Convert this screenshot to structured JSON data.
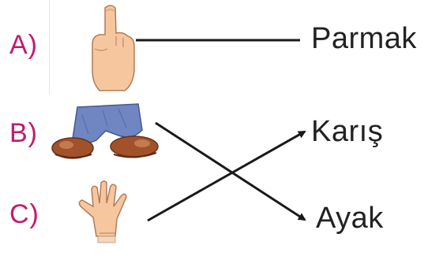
{
  "options": [
    {
      "letter": "A)",
      "icon": "pointing-finger-icon"
    },
    {
      "letter": "B)",
      "icon": "feet-icon"
    },
    {
      "letter": "C)",
      "icon": "open-hand-icon"
    }
  ],
  "words": [
    "Parmak",
    "Karış",
    "Ayak"
  ],
  "matches": [
    {
      "from": "A)",
      "to": "Parmak"
    },
    {
      "from": "B)",
      "to": "Ayak"
    },
    {
      "from": "C)",
      "to": "Karış"
    }
  ],
  "colors": {
    "letter": "#c31a6c",
    "text": "#222222",
    "line": "#1a1a1a",
    "skin": "#f6c79e",
    "jeans": "#6f86c2",
    "shoe": "#a2522a"
  }
}
